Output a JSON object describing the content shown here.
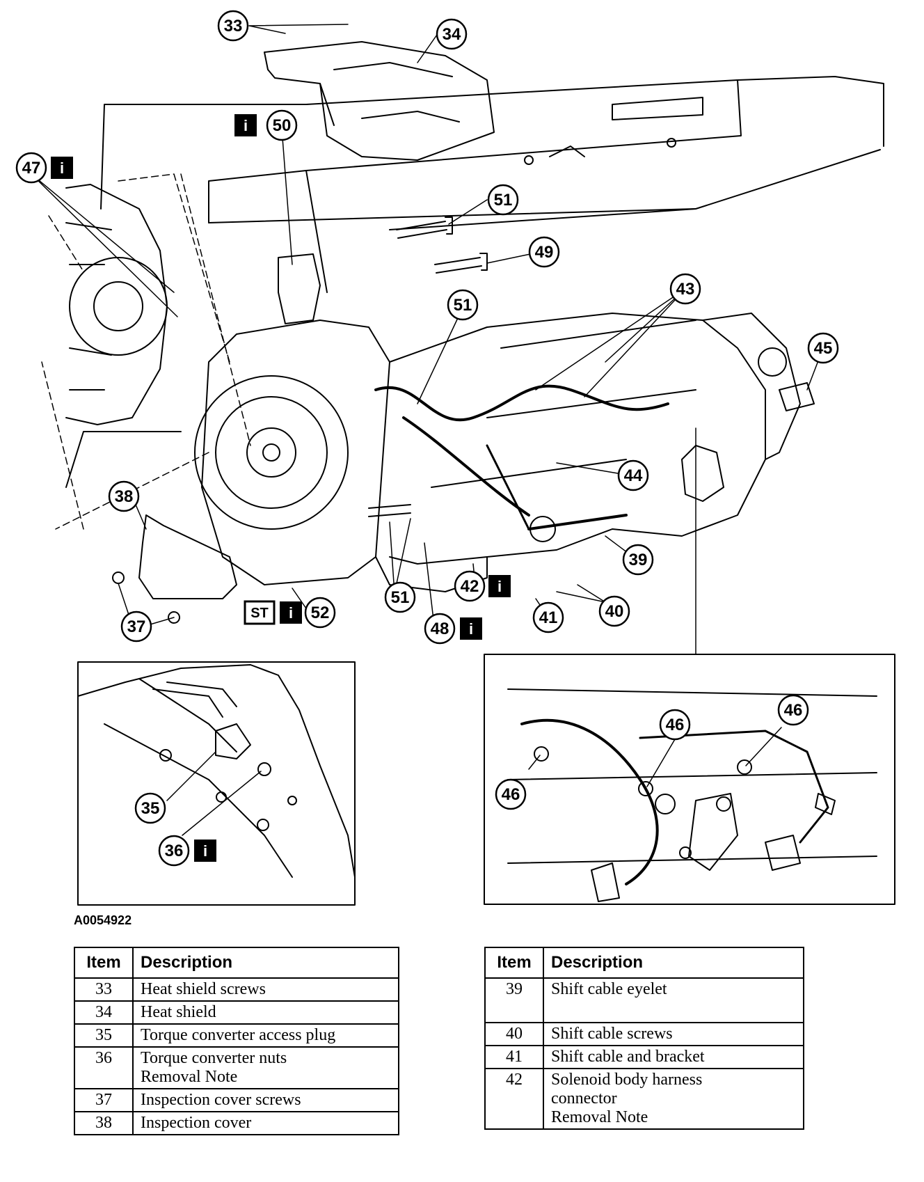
{
  "figure": {
    "id_code": "A0054922",
    "info_badge_glyph": "i",
    "special_tool_label": "ST"
  },
  "callouts": {
    "c33": "33",
    "c34": "34",
    "c35": "35",
    "c36": "36",
    "c37": "37",
    "c38": "38",
    "c39": "39",
    "c40": "40",
    "c41": "41",
    "c42": "42",
    "c43": "43",
    "c44": "44",
    "c45": "45",
    "c46a": "46",
    "c46b": "46",
    "c46c": "46",
    "c47": "47",
    "c48": "48",
    "c49": "49",
    "c50": "50",
    "c51a": "51",
    "c51b": "51",
    "c51c": "51",
    "c52": "52"
  },
  "legend": {
    "header_item": "Item",
    "header_description": "Description",
    "left_rows": [
      {
        "item": "33",
        "lines": [
          "Heat shield screws"
        ]
      },
      {
        "item": "34",
        "lines": [
          "Heat shield"
        ]
      },
      {
        "item": "35",
        "lines": [
          "Torque converter access plug"
        ]
      },
      {
        "item": "36",
        "lines": [
          "Torque converter nuts",
          "Removal Note"
        ]
      },
      {
        "item": "37",
        "lines": [
          "Inspection cover screws"
        ]
      },
      {
        "item": "38",
        "lines": [
          "Inspection cover"
        ]
      }
    ],
    "right_rows": [
      {
        "item": "39",
        "lines": [
          "Shift cable eyelet"
        ]
      },
      {
        "item": "40",
        "lines": [
          "Shift cable screws"
        ]
      },
      {
        "item": "41",
        "lines": [
          "Shift cable and bracket"
        ]
      },
      {
        "item": "42",
        "lines": [
          "Solenoid body harness",
          "connector",
          "Removal Note"
        ]
      }
    ]
  }
}
